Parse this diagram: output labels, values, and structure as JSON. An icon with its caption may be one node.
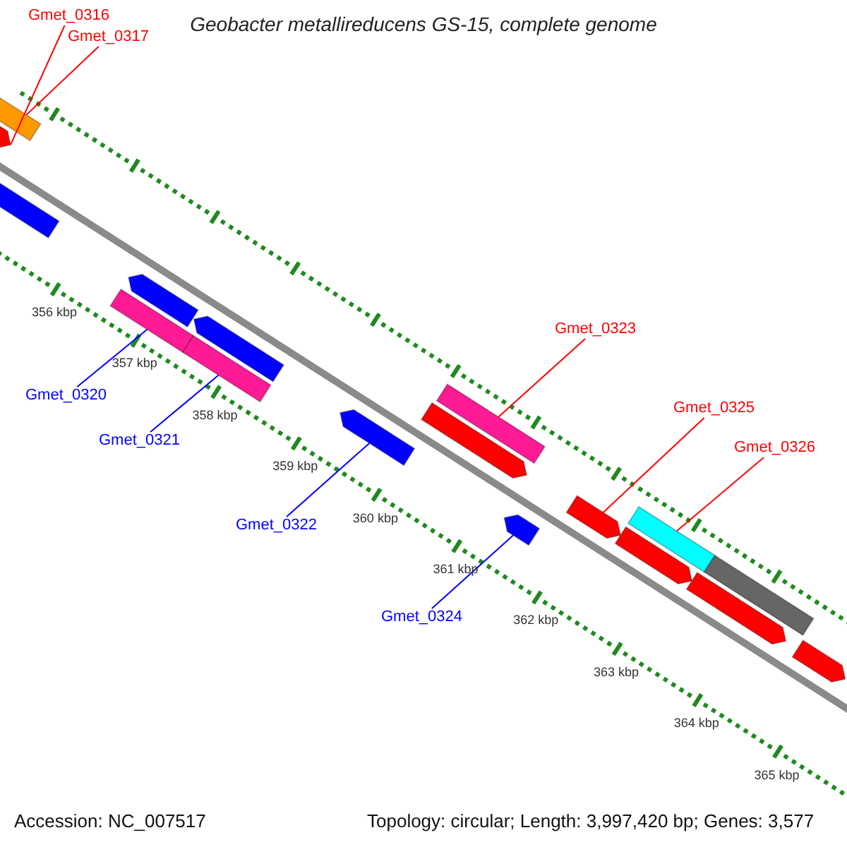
{
  "diagram": {
    "title": "Geobacter metallireducens GS-15, complete genome",
    "nodes": [
      {
        "text": [
          "Gmet_0316"
        ]
      },
      {
        "text": [
          "Gmet_0317"
        ]
      },
      {
        "text": [
          "Gmet_0320"
        ]
      },
      {
        "text": [
          "Gmet_0321"
        ]
      },
      {
        "text": [
          "Gmet_0322"
        ]
      },
      {
        "text": [
          "Gmet_0323"
        ]
      },
      {
        "text": [
          "Gmet_0324"
        ]
      },
      {
        "text": [
          "Gmet_0325"
        ]
      },
      {
        "text": [
          "Gmet_0326"
        ]
      },
      {
        "text": [],
        "shape": "bar"
      },
      {
        "text": [],
        "shape": "bar"
      },
      {
        "text": [],
        "shape": "bar"
      },
      {
        "text": [],
        "shape": "bar"
      },
      {
        "text": [],
        "shape": "bar"
      },
      {
        "text": [],
        "shape": "bar"
      },
      {
        "text": [],
        "shape": "bar"
      },
      {
        "text": [],
        "shape": "bar"
      },
      {
        "text": [],
        "shape": "bar"
      },
      {
        "text": [],
        "shape": "bar"
      },
      {
        "text": [],
        "shape": "bar"
      },
      {
        "text": [],
        "shape": "bar"
      },
      {
        "text": [],
        "shape": "bar"
      },
      {
        "text": [],
        "shape": "bar"
      },
      {
        "text": [],
        "shape": "bar"
      },
      {
        "text": [],
        "shape": "bar"
      },
      {
        "text": [],
        "shape": "bar"
      }
    ],
    "edges": [
      {
        "from": 0,
        "to": 9,
        "arrow": "none",
        "color": "#ff0000"
      },
      {
        "from": 1,
        "to": 10,
        "arrow": "none",
        "color": "#ff0000"
      },
      {
        "from": 2,
        "to": 13,
        "arrow": "none",
        "color": "#0000ff"
      },
      {
        "from": 3,
        "to": 15,
        "arrow": "none",
        "color": "#0000ff"
      },
      {
        "from": 4,
        "to": 16,
        "arrow": "none",
        "color": "#0000ff"
      },
      {
        "from": 5,
        "to": 18,
        "arrow": "none",
        "color": "#ff0000"
      },
      {
        "from": 6,
        "to": 19,
        "arrow": "none",
        "color": "#0000ff"
      },
      {
        "from": 7,
        "to": 20,
        "arrow": "none",
        "color": "#ff0000"
      },
      {
        "from": 8,
        "to": 22,
        "arrow": "none",
        "color": "#ff0000"
      }
    ],
    "labels": [
      "356 kbp",
      "357 kbp",
      "358 kbp",
      "359 kbp",
      "360 kbp",
      "361 kbp",
      "362 kbp",
      "363 kbp",
      "364 kbp",
      "365 kbp",
      "Accession: NC_007517",
      "Topology: circular; Length: 3,997,420 bp; Genes: 3,577"
    ]
  }
}
